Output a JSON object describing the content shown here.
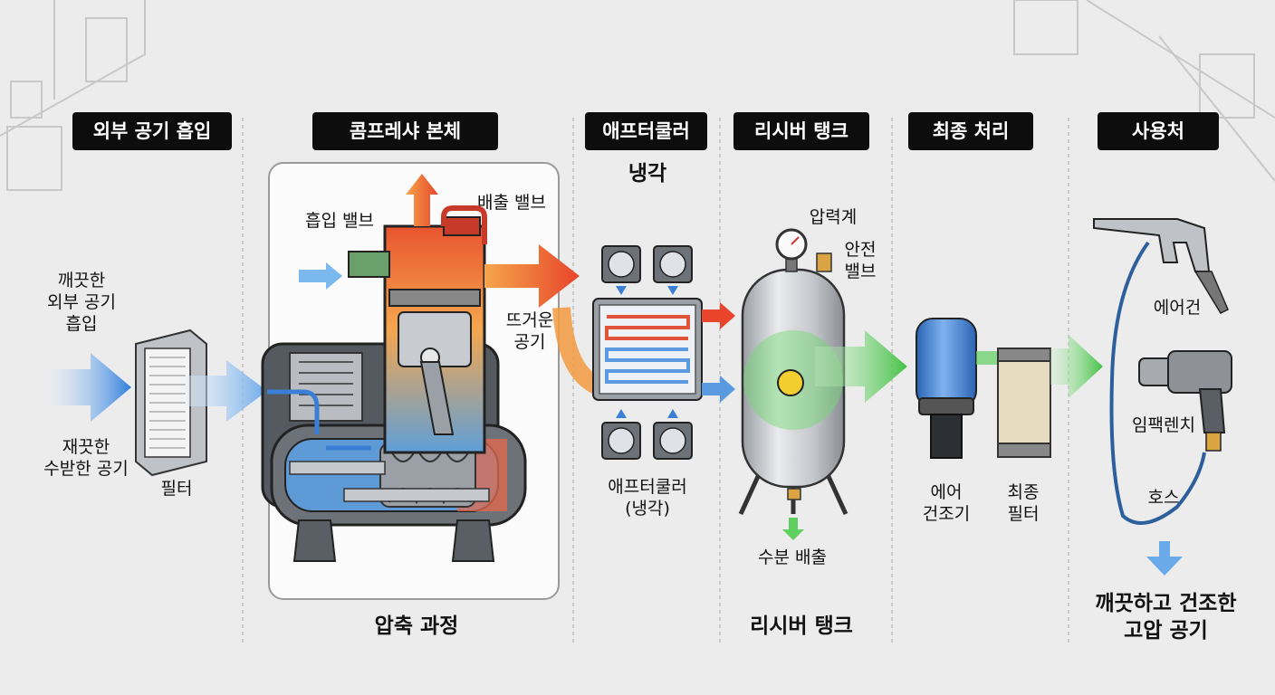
{
  "stages": [
    {
      "id": "intake",
      "label": "외부 공기 흡입"
    },
    {
      "id": "body",
      "label": "콤프레샤 본체"
    },
    {
      "id": "aftercooler",
      "label": "애프터쿨러"
    },
    {
      "id": "receiver",
      "label": "리시버 탱크"
    },
    {
      "id": "final",
      "label": "최종 처리"
    },
    {
      "id": "use",
      "label": "사용처"
    }
  ],
  "labels": {
    "clean_air": "깨끗한\n외부 공기\n흡입",
    "dirty_air": "재끗한\n수받한 공기",
    "filter": "필터",
    "intake_valve": "흡입 밸브",
    "discharge_valve": "배출 밸브",
    "hot_air": "뜨거운\n공기",
    "compression": "압축 과정",
    "cooling": "냉각",
    "aftercooler_caption": "애프터쿨러\n(냉각)",
    "pressure_gauge": "압력계",
    "safety_valve": "안전\n밸브",
    "water_drain": "수분 배출",
    "receiver_caption": "리시버 탱크",
    "air_dryer": "에어\n건조기",
    "final_filter": "최종\n필터",
    "air_gun": "에어건",
    "impact_wrench": "임팩렌치",
    "hose": "호스",
    "output": "깨끗하고 건조한\n고압 공기"
  },
  "colors": {
    "cold": "#4a90d9",
    "hot": "#e8452c",
    "clean": "#5fcf5f",
    "header_bg": "#0d0d0d"
  }
}
